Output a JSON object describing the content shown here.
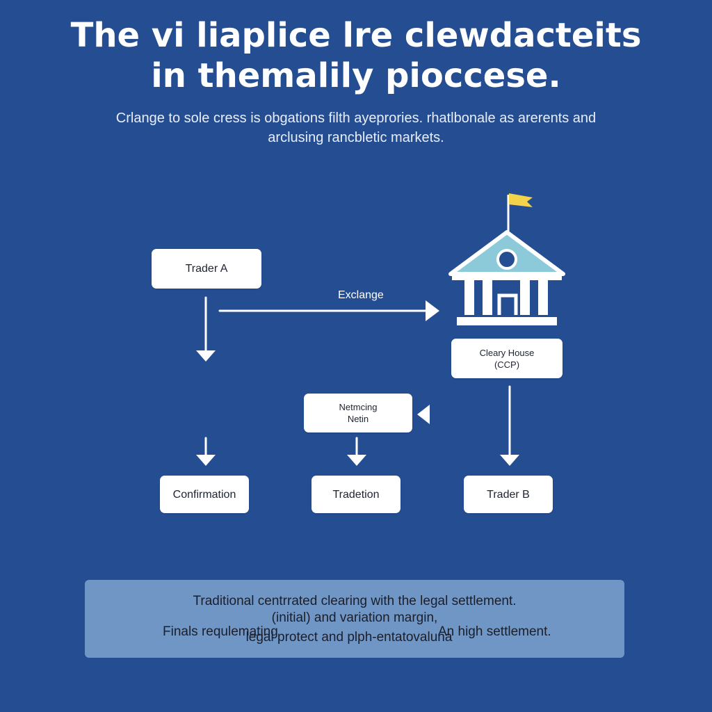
{
  "title": {
    "line1": "The vi liaplice lre clewdacteits",
    "line2": "in themalily pioccese."
  },
  "subtitle": {
    "line1": "Crlange to sole cress is obgations filth ayeprories. rhatlbonale as arerents and",
    "line2": "arclusing rancbletic markets."
  },
  "nodes": {
    "trader_a": "Trader A",
    "clearing_house_line1": "Cleary House",
    "clearing_house_line2": "(CCP)",
    "netting_line1": "Netmcing",
    "netting_line2": "Netin",
    "confirmation": "Confirmation",
    "tradetion": "Tradetion",
    "trader_b": "Trader B"
  },
  "edges": {
    "exchange_label": "Exclange"
  },
  "notes": {
    "line1": "Traditional centrrated clearing with the legal settlement.",
    "line2": "(initial) and variation margin,",
    "line3_left": "Finals requlemating",
    "line3_right": "An high settlement.",
    "line4": "legal protect and plph-entatovaluna"
  },
  "colors": {
    "background": "#254e92",
    "node_fill": "#ffffff",
    "flag": "#f2d34a",
    "roof": "#8cc9d9",
    "notes_panel": "#7096c6"
  },
  "icons": {
    "clearing_house": "bank-building-icon",
    "flag": "flag-icon"
  }
}
